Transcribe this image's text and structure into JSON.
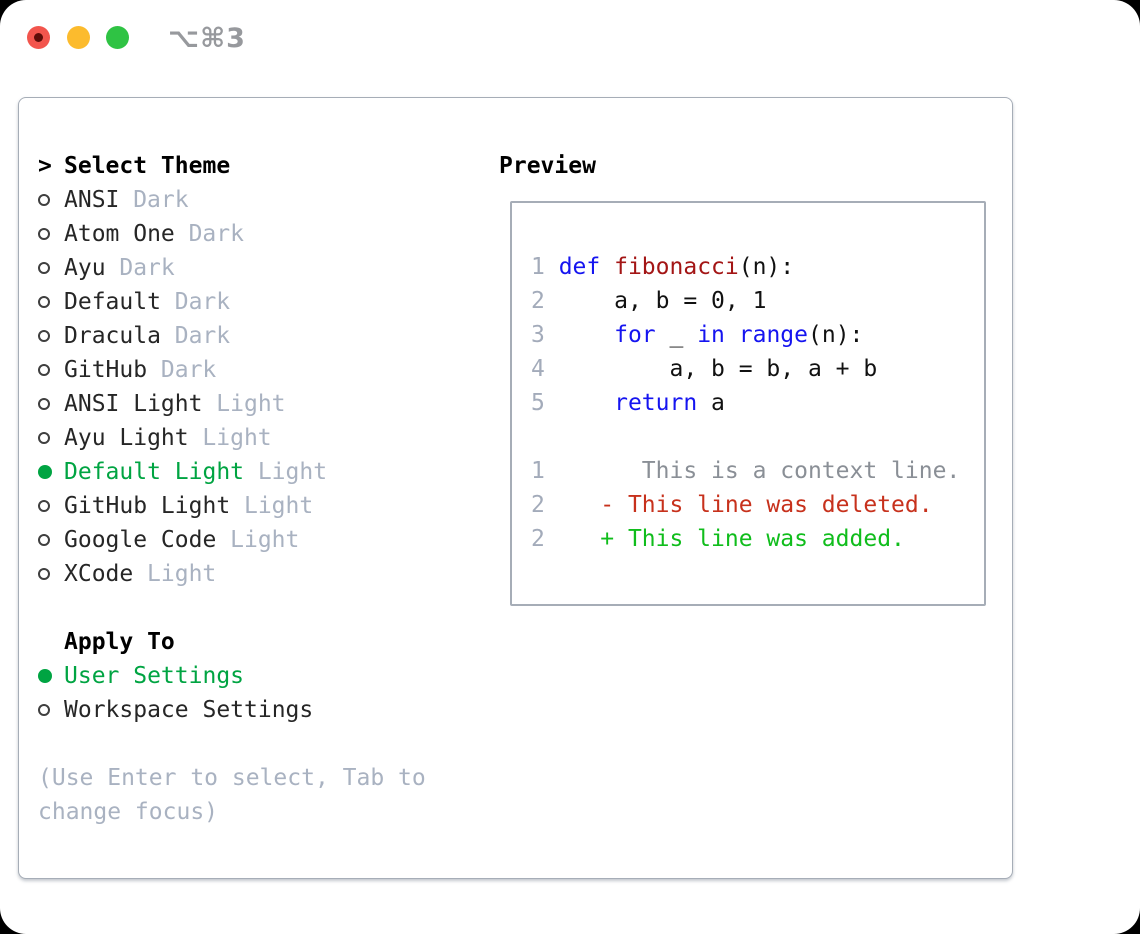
{
  "colors": {
    "heading": "#000000",
    "text": "#262626",
    "muted": "#a9b2c1",
    "sel": "#00a442",
    "kw": "#1514f0",
    "fn": "#a31515",
    "del": "#c7311c",
    "add": "#10bd1c",
    "linenum": "#a3abba",
    "ctx": "#8a8f96",
    "border": "#a6adb7",
    "tl-red": "#f2554d",
    "tl-red-dot": "#5d0d09",
    "tl-yellow": "#fcbb2d",
    "tl-green": "#2fc344",
    "shortcut": "#97999d"
  },
  "titlebar": {
    "shortcut_label": "⌥⌘3"
  },
  "panel": {
    "theme_selector": {
      "prompt": ">",
      "title": "Select Theme",
      "items": [
        {
          "name": "ANSI",
          "variant": "Dark",
          "selected": false
        },
        {
          "name": "Atom One",
          "variant": "Dark",
          "selected": false
        },
        {
          "name": "Ayu",
          "variant": "Dark",
          "selected": false
        },
        {
          "name": "Default",
          "variant": "Dark",
          "selected": false
        },
        {
          "name": "Dracula",
          "variant": "Dark",
          "selected": false
        },
        {
          "name": "GitHub",
          "variant": "Dark",
          "selected": false
        },
        {
          "name": "ANSI Light",
          "variant": "Light",
          "selected": false
        },
        {
          "name": "Ayu Light",
          "variant": "Light",
          "selected": false
        },
        {
          "name": "Default Light",
          "variant": "Light",
          "selected": true
        },
        {
          "name": "GitHub Light",
          "variant": "Light",
          "selected": false
        },
        {
          "name": "Google Code",
          "variant": "Light",
          "selected": false
        },
        {
          "name": "XCode",
          "variant": "Light",
          "selected": false
        }
      ]
    },
    "apply_to": {
      "title": "Apply To",
      "options": [
        {
          "name": "User Settings",
          "selected": true
        },
        {
          "name": "Workspace Settings",
          "selected": false
        }
      ]
    },
    "hint": "(Use Enter to select, Tab to change focus)",
    "preview": {
      "title": "Preview",
      "lines": [
        {
          "num": "1",
          "tokens": [
            [
              "def",
              "kw"
            ],
            [
              " ",
              "pl"
            ],
            [
              "fibonacci",
              "fn"
            ],
            [
              "(n):",
              "pl"
            ]
          ]
        },
        {
          "num": "2",
          "tokens": [
            [
              "    a, b = 0, 1",
              "pl"
            ]
          ]
        },
        {
          "num": "3",
          "tokens": [
            [
              "    ",
              "pl"
            ],
            [
              "for",
              "kw"
            ],
            [
              " _ ",
              "pl"
            ],
            [
              "in",
              "kw"
            ],
            [
              " ",
              "pl"
            ],
            [
              "range",
              "kw"
            ],
            [
              "(n):",
              "pl"
            ]
          ]
        },
        {
          "num": "4",
          "tokens": [
            [
              "        a, b = b, a + b",
              "pl"
            ]
          ]
        },
        {
          "num": "5",
          "tokens": [
            [
              "    ",
              "pl"
            ],
            [
              "return",
              "kw"
            ],
            [
              " a",
              "pl"
            ]
          ]
        },
        {
          "num": "",
          "tokens": []
        },
        {
          "num": "1",
          "tokens": [
            [
              "      This is a context line.",
              "ctx"
            ]
          ]
        },
        {
          "num": "2",
          "tokens": [
            [
              "   - This line was deleted.",
              "del"
            ]
          ]
        },
        {
          "num": "2",
          "tokens": [
            [
              "   + This line was added.",
              "add"
            ]
          ]
        }
      ]
    }
  }
}
